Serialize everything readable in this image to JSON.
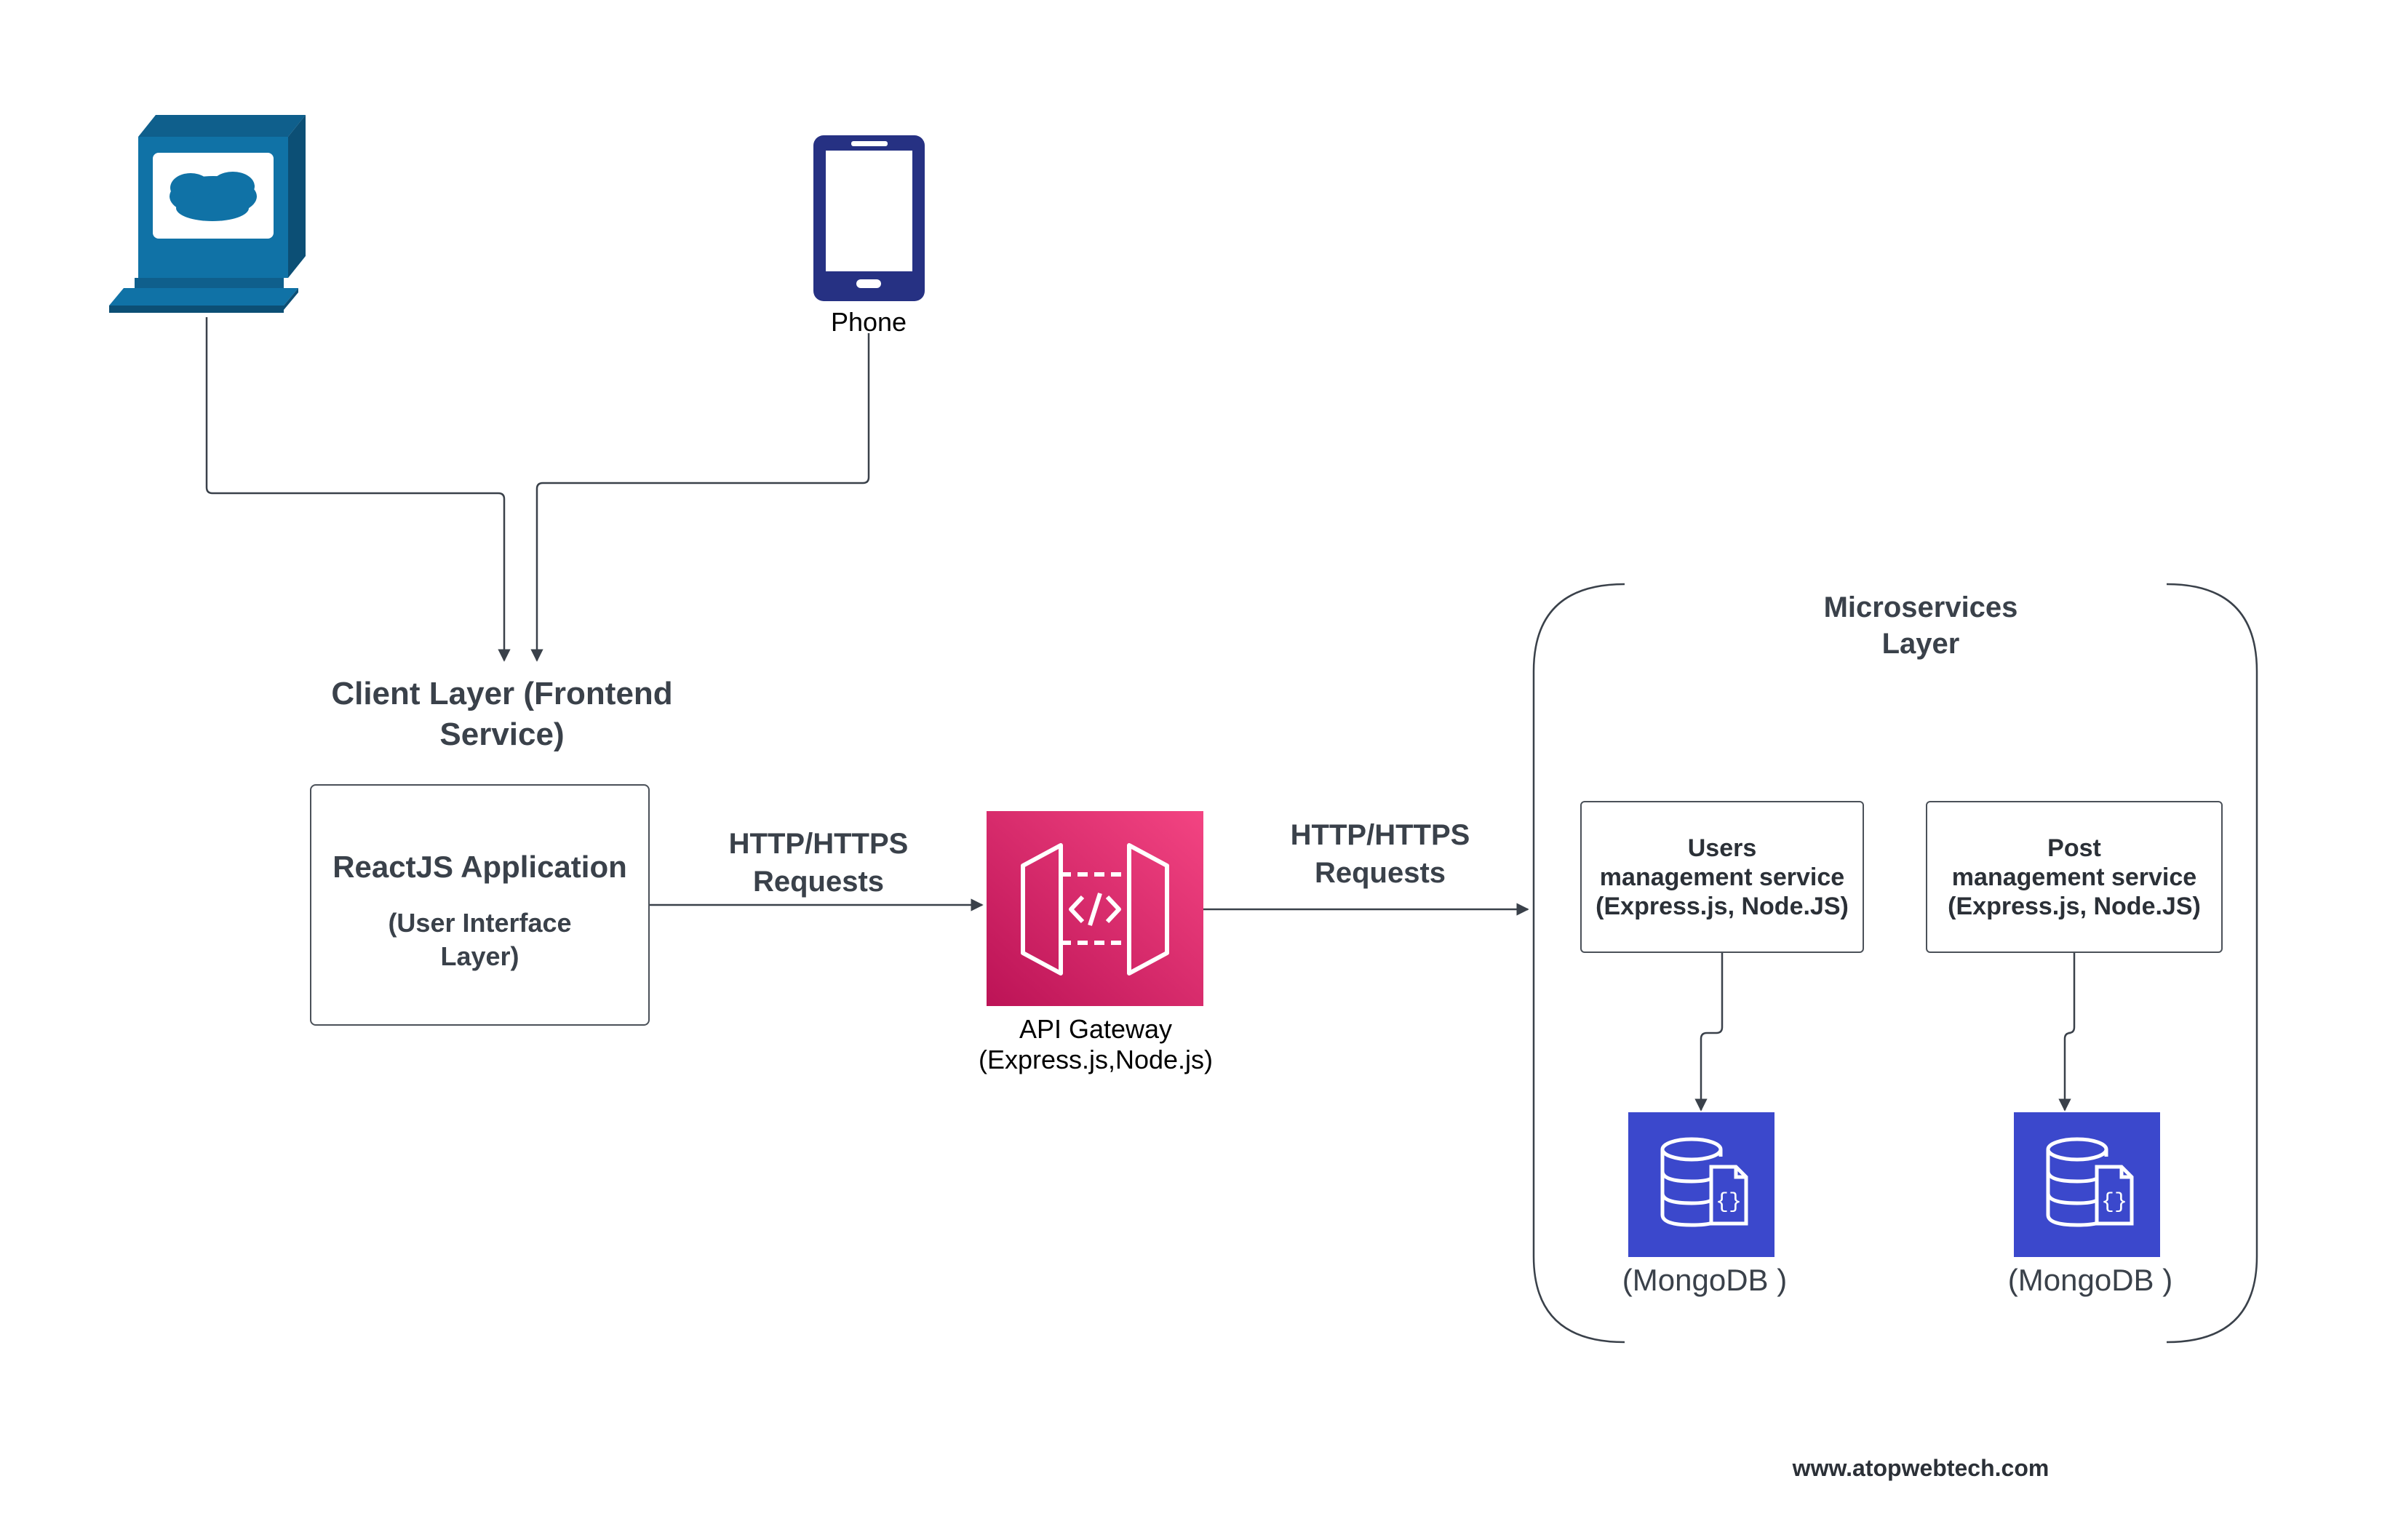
{
  "devices": {
    "phone_label": "Phone"
  },
  "client_layer": {
    "title_line1": "Client Layer (Frontend",
    "title_line2": "Service)",
    "box_title": "ReactJS Application",
    "box_sub_line1": "(User Interface",
    "box_sub_line2": "Layer)"
  },
  "connector_left": {
    "line1": "HTTP/HTTPS",
    "line2": "Requests"
  },
  "api_gateway": {
    "line1": "API Gateway",
    "line2": "(Express.js,Node.js)",
    "color_top": "#f34482",
    "color_bottom": "#bc1356"
  },
  "connector_right": {
    "line1": "HTTP/HTTPS",
    "line2": "Requests"
  },
  "microservices": {
    "title_line1": "Microservices",
    "title_line2": "Layer",
    "services": [
      {
        "line1": "Users",
        "line2": "management service",
        "line3": "(Express.js, Node.JS)",
        "db_label": "(MongoDB )"
      },
      {
        "line1": "Post",
        "line2": "management service",
        "line3": "(Express.js, Node.JS)",
        "db_label": "(MongoDB )"
      }
    ],
    "db_color": "#3b48cc"
  },
  "footer": {
    "website": "www.atopwebtech.com"
  }
}
